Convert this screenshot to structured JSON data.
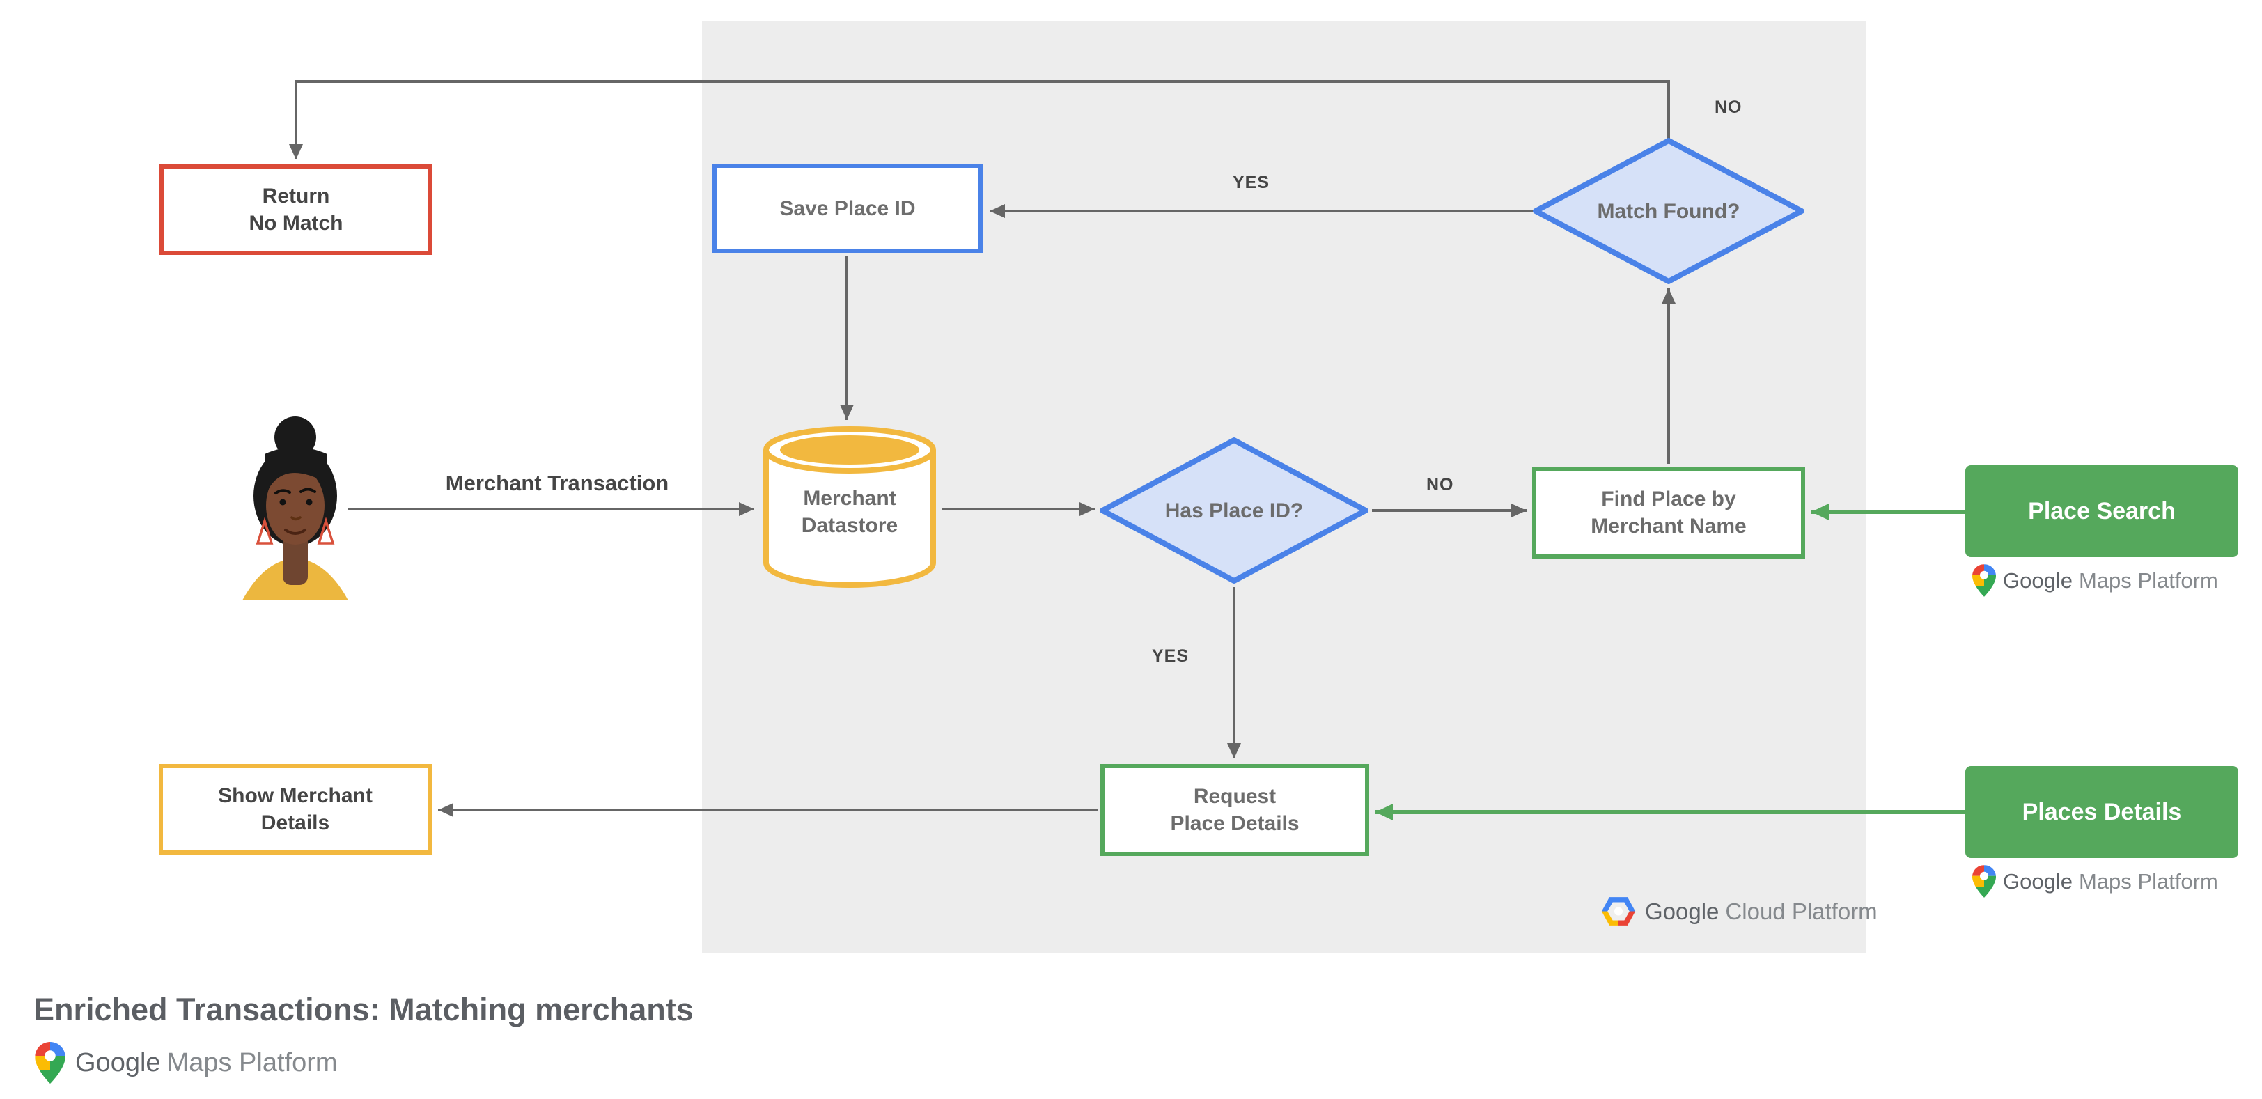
{
  "title": "Enriched Transactions: Matching merchants",
  "colors": {
    "panel_background": "#EDEDED",
    "connector_gray": "#666666",
    "accent_red": "#DB4A38",
    "accent_blue": "#4A82E8",
    "diamond_fill": "#D6E1F8",
    "accent_yellow": "#F2B83F",
    "accent_green": "#55A85C",
    "dark_text": "#454545",
    "muted_text": "#6C6C6C"
  },
  "nodes": {
    "return_no_match": {
      "line1": "Return",
      "line2": "No Match"
    },
    "save_place_id": {
      "label": "Save Place ID"
    },
    "match_found": {
      "line1": "Match",
      "line2": "Found?"
    },
    "merchant_datastore": {
      "line1": "Merchant",
      "line2": "Datastore"
    },
    "has_place_id": {
      "line1": "Has",
      "line2": "Place ID?"
    },
    "find_place": {
      "line1": "Find Place by",
      "line2": "Merchant Name"
    },
    "request_place_details": {
      "line1": "Request",
      "line2": "Place Details"
    },
    "show_merchant_details": {
      "line1": "Show Merchant",
      "line2": "Details"
    },
    "place_search": {
      "label": "Place Search"
    },
    "places_details": {
      "label": "Places Details"
    }
  },
  "edge_labels": {
    "match_found_no": "NO",
    "match_found_yes": "YES",
    "has_place_id_no": "NO",
    "has_place_id_yes": "YES",
    "merchant_transaction": "Merchant Transaction"
  },
  "logos": {
    "maps_platform": {
      "brand": "Google",
      "product": "Maps Platform"
    },
    "cloud_platform": {
      "brand": "Google",
      "product": "Cloud Platform"
    }
  }
}
